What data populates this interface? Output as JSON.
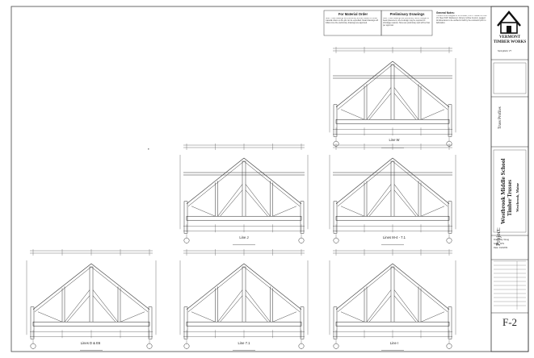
{
  "notes": {
    "material_order": {
      "title": "For Material Order",
      "body": "Note: These drawings are preliminary and are issued for timber material orders so the job can be expedited. Detail drawings will follow once the preliminary drawings are approved."
    },
    "preliminary": {
      "title": "Preliminary Drawings",
      "body": "Note: These drawings are preliminary. Minor changes to beam placement, size & design may be required for shrinkage reasons. Sizes are preliminary and will be final per approval."
    },
    "general": {
      "title": "General Notes:",
      "body": "Timbers to be Douglas Fir #1 & better, FOHC. Glulam Fir 24F-V4. Steel 3/16\" blackened. Joinery mortise & tenon, pegged. All dimensions to be verified in field by the contractor prior to fabrication."
    }
  },
  "company": {
    "name": "VERMONT TIMBER WORKS",
    "address": "Springfield, VT"
  },
  "title_block": {
    "sheet_label": "Truss Profiles",
    "project_prefix": "Project:",
    "project": "Westbrook Middle School",
    "subtitle": "Timber Trusses",
    "location": "Westbrook, Maine",
    "drawn_by": "Drawn By: Doug",
    "scale": "Scale: NTS",
    "date": "Date: 01/22/09",
    "sheet": "F-2"
  },
  "trusses": [
    {
      "id": "truss-line-w",
      "label": "Line W"
    },
    {
      "id": "truss-line-j",
      "label": "Line J"
    },
    {
      "id": "truss-line-m-4",
      "label": "Lines M-4 - 7.1"
    },
    {
      "id": "truss-lines-d-e",
      "label": "Lines D & E6"
    },
    {
      "id": "truss-line-7",
      "label": "Line 7.1"
    },
    {
      "id": "truss-line-i",
      "label": "Line I"
    }
  ]
}
